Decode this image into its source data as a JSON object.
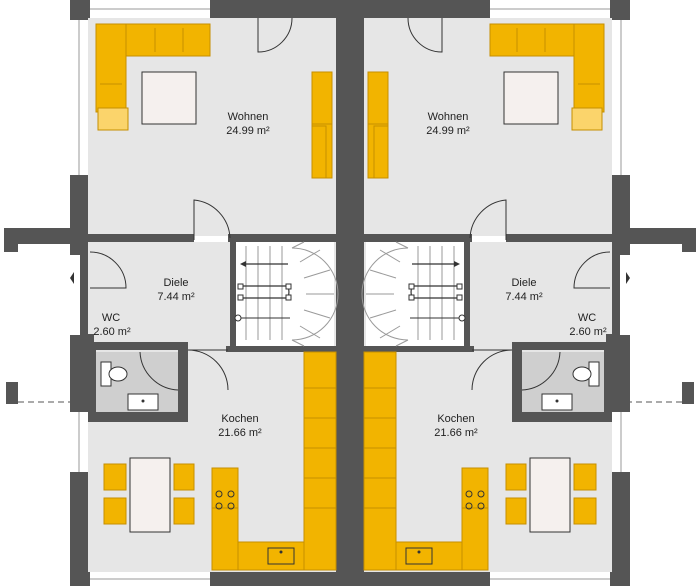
{
  "colors": {
    "wall": "#555555",
    "floor": "#e6e6e6",
    "wet_floor": "#cfcfcf",
    "furniture": "#f2b400",
    "furniture_edge": "#c68f00",
    "furniture_light": "#fbd46b",
    "table": "#f5f0ee",
    "opening": "#ffffff",
    "line": "#333333"
  },
  "units": {
    "left": {
      "wohnen": {
        "name": "Wohnen",
        "area": "24.99 m²"
      },
      "diele": {
        "name": "Diele",
        "area": "7.44 m²"
      },
      "wc": {
        "name": "WC",
        "area": "2.60 m²"
      },
      "kochen": {
        "name": "Kochen",
        "area": "21.66 m²"
      }
    },
    "right": {
      "wohnen": {
        "name": "Wohnen",
        "area": "24.99 m²"
      },
      "diele": {
        "name": "Diele",
        "area": "7.44 m²"
      },
      "wc": {
        "name": "WC",
        "area": "2.60 m²"
      },
      "kochen": {
        "name": "Kochen",
        "area": "21.66 m²"
      }
    }
  }
}
